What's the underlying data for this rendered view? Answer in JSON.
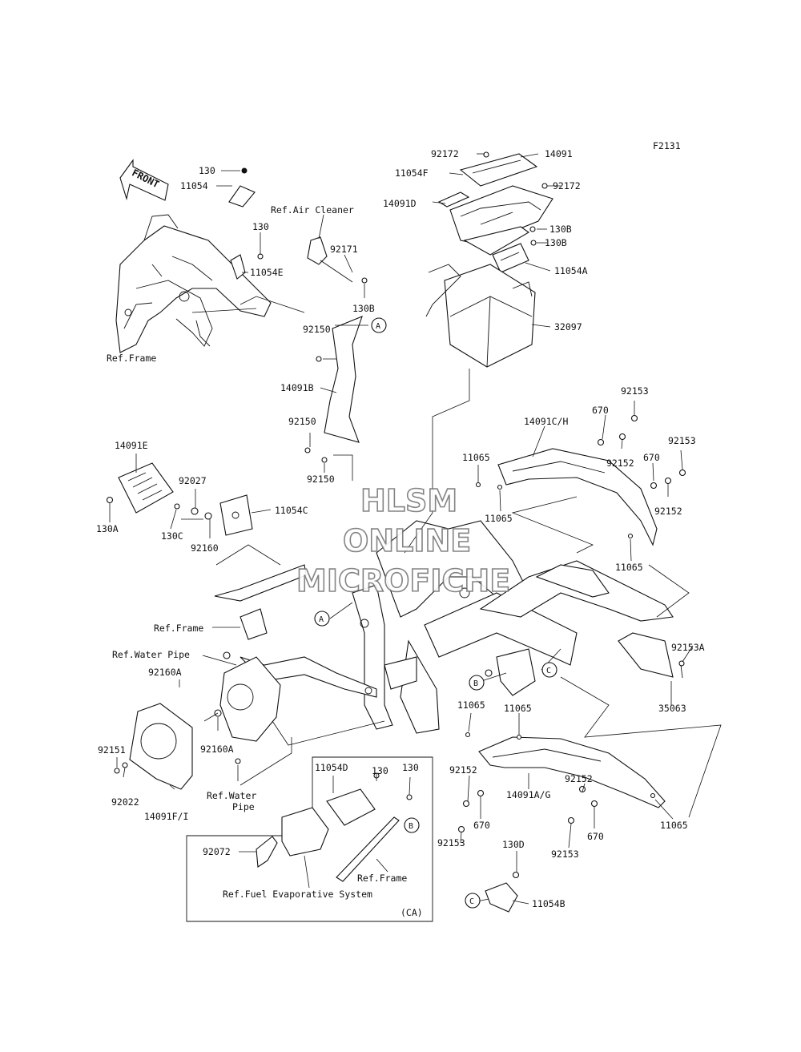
{
  "figure_code": "F2131",
  "front_arrow_text": "FRONT",
  "watermark": {
    "line1": "HLSM",
    "line2": "ONLINE",
    "line3": "MICROFICHE"
  },
  "callouts": {
    "a": "A",
    "b": "B",
    "c": "C"
  },
  "inset_region": "(CA)",
  "labels": {
    "p130_top": "130",
    "p11054_top": "11054",
    "ref_air_cleaner": "Ref.Air Cleaner",
    "p130_mid": "130",
    "p92171": "92171",
    "p11054E": "11054E",
    "p130B_left": "130B",
    "ref_frame_top": "Ref.Frame",
    "p92150_a": "92150",
    "p14091B": "14091B",
    "p92150_b": "92150",
    "p92150_c": "92150",
    "p92172_a": "92172",
    "p14091": "14091",
    "p11054F": "11054F",
    "p92172_b": "92172",
    "p14091D": "14091D",
    "p130B_r1": "130B",
    "p130B_r2": "130B",
    "p11054A": "11054A",
    "p32097": "32097",
    "p92153_a": "92153",
    "p670_a": "670",
    "p14091CH": "14091C/H",
    "p92153_b": "92153",
    "p11065_a": "11065",
    "p92152_a": "92152",
    "p670_b": "670",
    "p11065_b": "11065",
    "p92152_b": "92152",
    "p11065_c": "11065",
    "p14091E": "14091E",
    "p92027": "92027",
    "p11054C": "11054C",
    "p130A": "130A",
    "p130C": "130C",
    "p92160": "92160",
    "ref_frame_mid": "Ref.Frame",
    "ref_water_pipe_a": "Ref.Water Pipe",
    "p92160A_a": "92160A",
    "p92160A_b": "92160A",
    "ref_water_pipe_b1": "Ref.Water",
    "ref_water_pipe_b2": "Pipe",
    "p92151": "92151",
    "p92022": "92022",
    "p14091FI": "14091F/I",
    "p92153A": "92153A",
    "p35063": "35063",
    "p11065_d": "11065",
    "p11065_e": "11065",
    "p92152_c": "92152",
    "p14091AG": "14091A/G",
    "p670_c": "670",
    "p92153_c": "92153",
    "p92152_d": "92152",
    "p670_d": "670",
    "p92153_d": "92153",
    "p11065_f": "11065",
    "p130D": "130D",
    "p11054B": "11054B",
    "p11054D": "11054D",
    "p130_i1": "130",
    "p130_i2": "130",
    "p92072": "92072",
    "ref_frame_inset": "Ref.Frame",
    "ref_fuel_evap": "Ref.Fuel Evaporative System"
  }
}
